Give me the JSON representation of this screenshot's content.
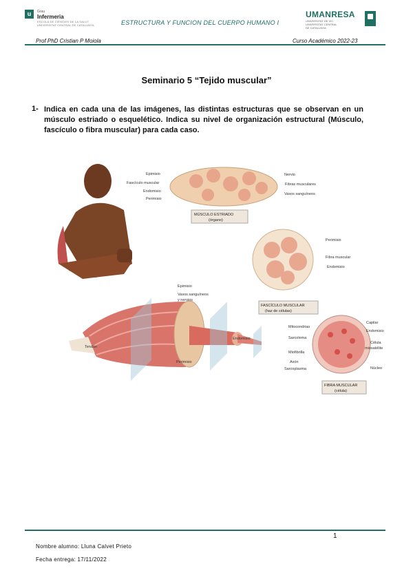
{
  "header": {
    "logo_left": {
      "mark": "u",
      "line1": "Grau",
      "line2": "Infermeria",
      "fine_lines": [
        "ESCOLA DE CIÈNCIES DE LA SALUT",
        "UNIVERSITAT CENTRAL DE CATALUNYA"
      ]
    },
    "title": "ESTRUCTURA Y FUNCION DEL CUERPO HUMANO I",
    "logo_right": {
      "mark": "UMANRESA",
      "fine_lines": [
        "UNIVERSITAT DE VIC",
        "UNIVERSITAT CENTRAL",
        "DE CATALUNYA"
      ]
    },
    "professor": "Prof PhD Cristian P Moiola",
    "course": "Curso Académico 2022-23",
    "brand_color": "#1f6f63"
  },
  "content": {
    "seminar_title": "Seminario 5 “Tejido muscular”",
    "question_number": "1-",
    "question_text": "Indica en cada una de las imágenes, las distintas estructuras que se observan en un músculo estriado o esquelético. Indica su nivel de organización estructural (Músculo, fascículo o fibra muscular) para cada caso."
  },
  "figure": {
    "labels": {
      "epimisio_top": "Epimisio",
      "fasciculo": "Fascículo muscular",
      "endomisio_top": "Endomisio",
      "perimisio_top": "Perimisio",
      "nervio": "Nervio",
      "fibras": "Fibras musculares",
      "vasos_top": "Vasos sanguíneos",
      "musculo_box_1": "MÚSCULO ESTRIADO",
      "musculo_box_2": "(órgano)",
      "perimisio_mid": "Perimisio",
      "fibra_mid": "Fibra muscular",
      "endomisio_mid": "Endomisio",
      "fasciculo_box_1": "FASCÍCULO MUSCULAR",
      "fasciculo_box_2": "(haz de células)",
      "epimisio_bottom": "Epimisio",
      "vasos_bottom_1": "Vasos sanguíneos",
      "vasos_bottom_2": "y nervios",
      "tendon": "Tendón",
      "endomisio_bottom": "Endomisio",
      "perimisio_bottom": "Perimisio",
      "mitocondrias": "Mitocondrias",
      "sarcolema": "Sarcolema",
      "miofibrilla": "Miofibrilla",
      "axon": "Axón",
      "sarcoplasma": "Sarcoplasma",
      "capilar": "Capilar",
      "endomisio_fiber": "Endomisio",
      "celula_1": "Célula",
      "celula_2": "miosatélite",
      "nucleo": "Núcleo",
      "fibra_box_1": "FIBRA MUSCULAR",
      "fibra_box_2": "(célula)"
    }
  },
  "footer": {
    "page_number": "1",
    "student": "Nombre alumno: Lluna Calvet Prieto",
    "delivery": "Fecha entrega: 17/11/2022"
  }
}
